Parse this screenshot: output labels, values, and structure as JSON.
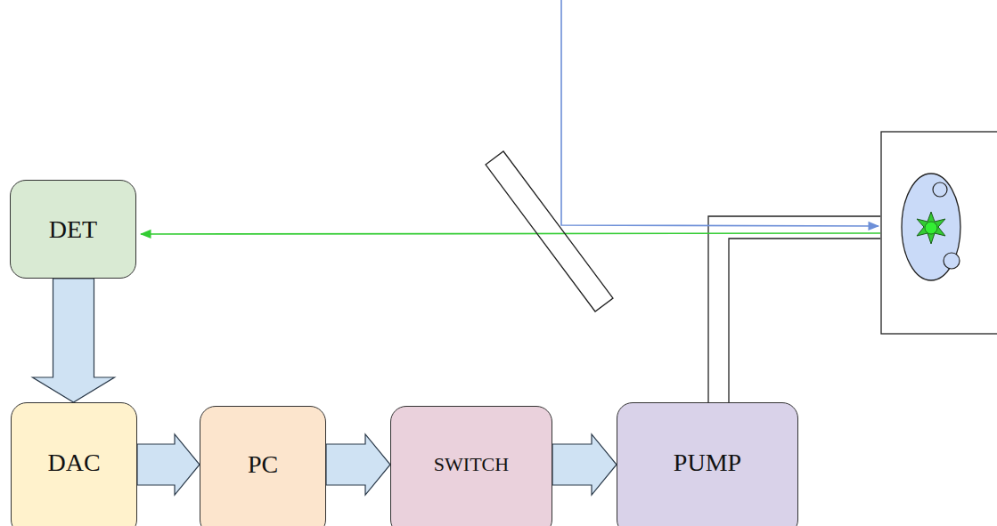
{
  "diagram": {
    "nodes": [
      {
        "text": [
          "DET"
        ]
      },
      {
        "text": [
          "DAC"
        ]
      },
      {
        "text": [
          "PC"
        ]
      },
      {
        "text": [
          "SWITCH"
        ]
      },
      {
        "text": [
          "PUMP"
        ]
      }
    ],
    "edges": [
      {
        "from": 0,
        "to": 1,
        "arrow": "to"
      },
      {
        "from": 1,
        "to": 2,
        "arrow": "to"
      },
      {
        "from": 2,
        "to": 3,
        "arrow": "to"
      },
      {
        "from": 3,
        "to": 4,
        "arrow": "to"
      }
    ]
  }
}
